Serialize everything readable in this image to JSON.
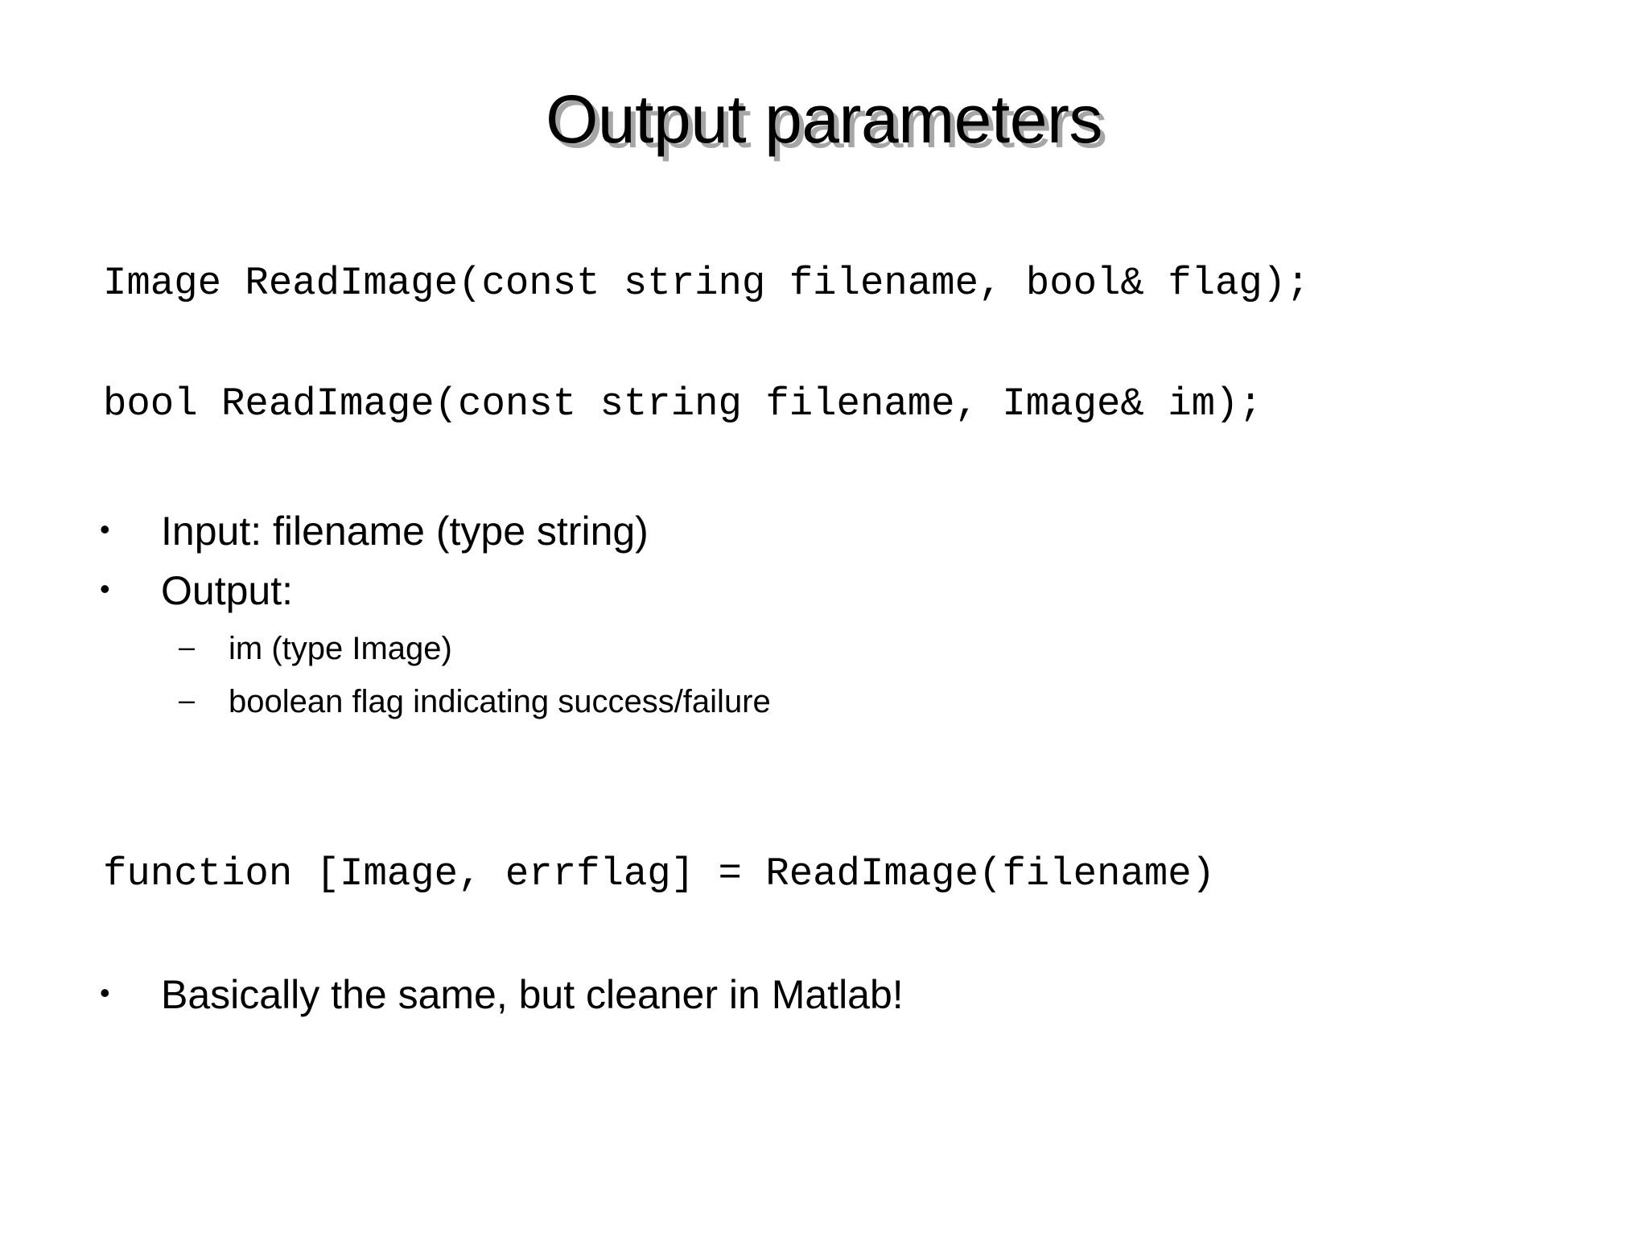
{
  "slide": {
    "title": "Output parameters",
    "background_color": "#ffffff",
    "text_color": "#000000",
    "title_shadow_color": "#969696",
    "code_lines": {
      "cpp_signature_1": "Image ReadImage(const string filename, bool& flag);",
      "cpp_signature_2": "bool ReadImage(const string filename, Image& im);",
      "matlab_signature": "function [Image, errflag] = ReadImage(filename)"
    },
    "bullets": [
      {
        "level": 1,
        "marker": "•",
        "text": "Input: filename (type string)"
      },
      {
        "level": 1,
        "marker": "•",
        "text": "Output:"
      },
      {
        "level": 2,
        "marker": "–",
        "text": "im (type Image)"
      },
      {
        "level": 2,
        "marker": "–",
        "text": "boolean flag indicating success/failure"
      },
      {
        "level": 1,
        "marker": "•",
        "text": "Basically the same, but cleaner in Matlab!"
      }
    ]
  }
}
